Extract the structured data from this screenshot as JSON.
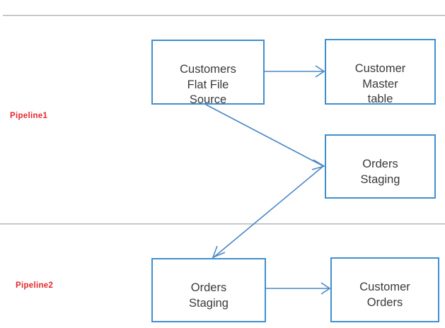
{
  "diagram": {
    "title": "Data pipeline flow diagram",
    "background": "#ffffff",
    "colors": {
      "node_border": "#3f8fd0",
      "node_fill": "#ffffff",
      "node_text": "#3a3a3a",
      "arrow": "#4a87c7",
      "divider": "#b4b4b4",
      "pipeline_label": "#e8252a"
    },
    "sections": [
      {
        "id": "pipeline1",
        "label": "Pipeline1"
      },
      {
        "id": "pipeline2",
        "label": "Pipeline2"
      }
    ],
    "nodes": [
      {
        "id": "customers-flat-file-source",
        "label": "Customers\nFlat File\nSource",
        "section": "pipeline1"
      },
      {
        "id": "customer-master-table",
        "label": "Customer\nMaster\ntable",
        "section": "pipeline1"
      },
      {
        "id": "orders-staging-p1",
        "label": "Orders\nStaging",
        "section": "pipeline1"
      },
      {
        "id": "orders-staging-p2",
        "label": "Orders\nStaging",
        "section": "pipeline2"
      },
      {
        "id": "customer-orders",
        "label": "Customer\nOrders",
        "section": "pipeline2"
      }
    ],
    "edges": [
      {
        "id": "edge-source-to-master",
        "from": "customers-flat-file-source",
        "to": "customer-master-table",
        "style": "straight-horizontal",
        "arrowhead": "end"
      },
      {
        "id": "edge-source-to-staging",
        "from": "customers-flat-file-source",
        "to": "orders-staging-p1",
        "style": "diagonal",
        "arrowhead": "end"
      },
      {
        "id": "edge-staging-to-staging",
        "from": "orders-staging-p1",
        "to": "orders-staging-p2",
        "style": "diagonal",
        "arrowhead": "end"
      },
      {
        "id": "edge-staging-to-orders",
        "from": "orders-staging-p2",
        "to": "customer-orders",
        "style": "straight-horizontal",
        "arrowhead": "end"
      }
    ]
  }
}
